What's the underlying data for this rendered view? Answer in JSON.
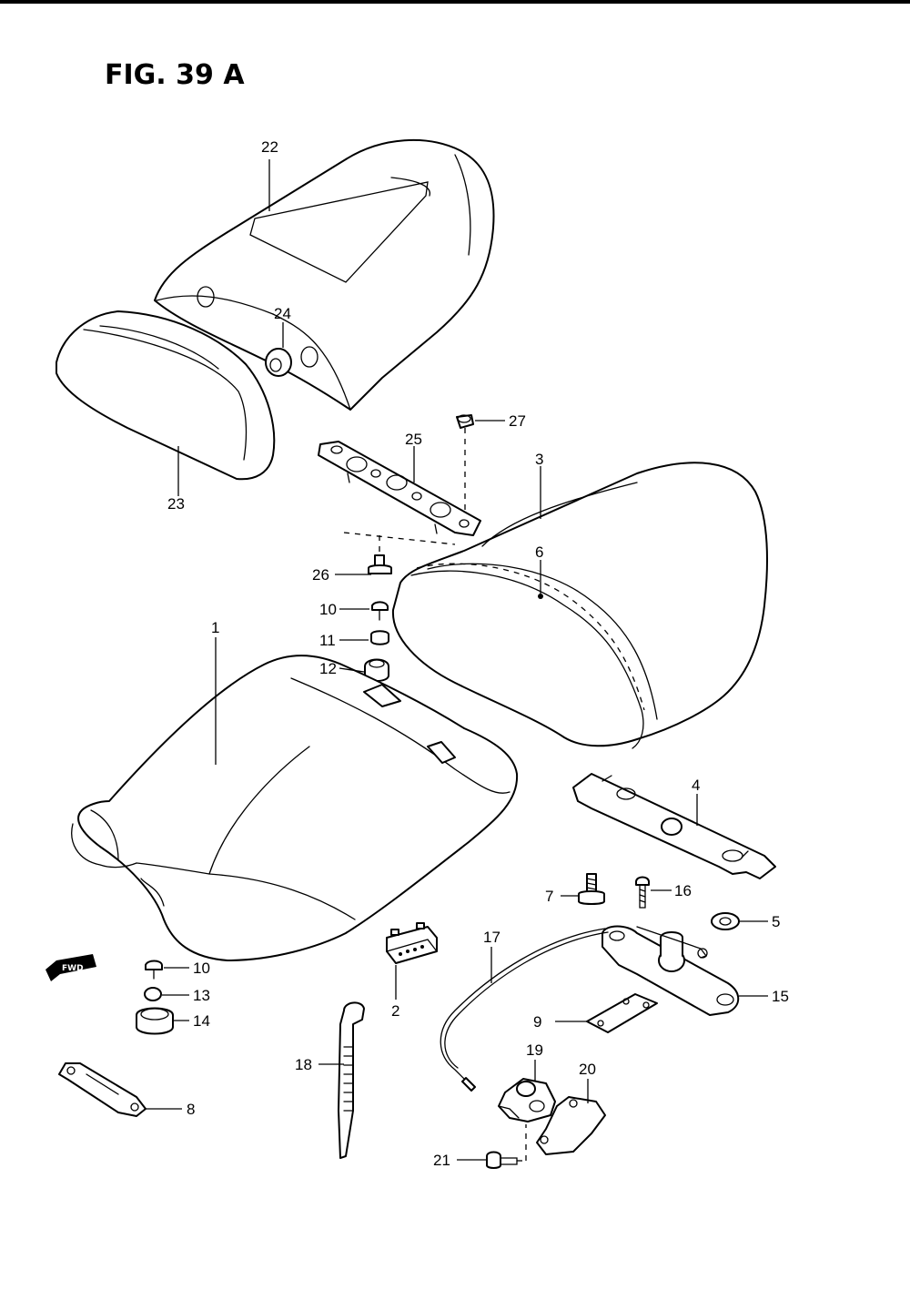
{
  "figure": {
    "title": "FIG. 39 A"
  },
  "direction_badge": {
    "text": "FWD"
  },
  "callouts": {
    "c1": "1",
    "c2": "2",
    "c3": "3",
    "c4": "4",
    "c5": "5",
    "c6": "6",
    "c7": "7",
    "c8": "8",
    "c9": "9",
    "c10a": "10",
    "c10b": "10",
    "c11": "11",
    "c12": "12",
    "c13": "13",
    "c14": "14",
    "c15": "15",
    "c16": "16",
    "c17": "17",
    "c18": "18",
    "c19": "19",
    "c20": "20",
    "c21": "21",
    "c22": "22",
    "c23": "23",
    "c24": "24",
    "c25": "25",
    "c26": "26",
    "c27": "27"
  }
}
